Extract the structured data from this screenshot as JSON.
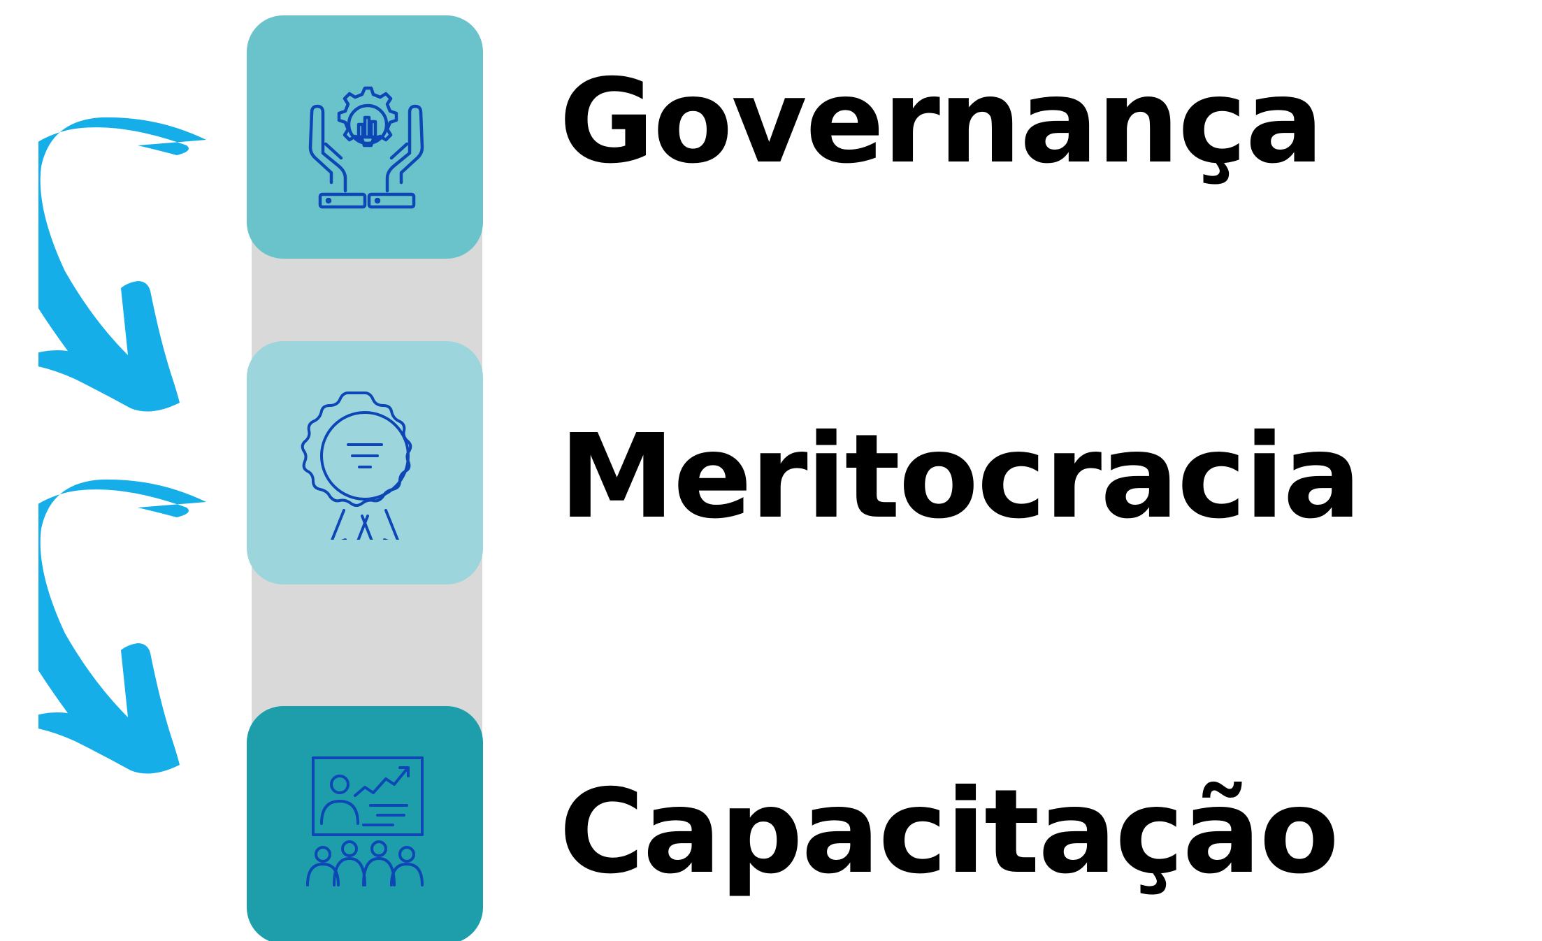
{
  "steps": [
    {
      "label": "Governança",
      "icon": "governance-gear-hands-icon",
      "tile_color": "#6ac3cb"
    },
    {
      "label": "Meritocracia",
      "icon": "award-ribbon-icon",
      "tile_color": "#9dd5dd"
    },
    {
      "label": "Capacitação",
      "icon": "training-presentation-icon",
      "tile_color": "#1d9eaa"
    }
  ],
  "colors": {
    "icon_stroke": "#0d47b5",
    "arrow": "#15aee8",
    "connector": "#d9d9d9",
    "text": "#000000"
  }
}
